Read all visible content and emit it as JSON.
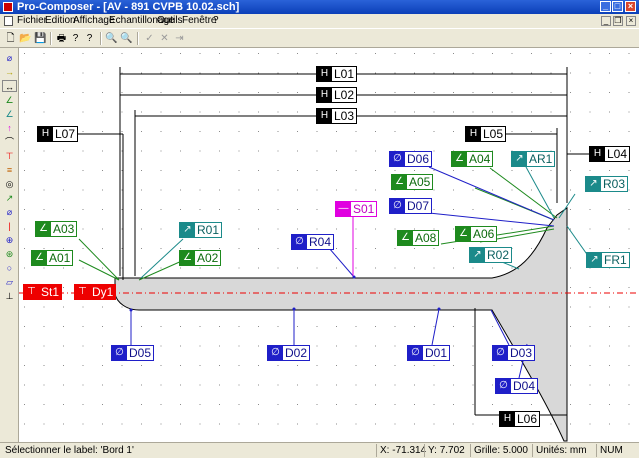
{
  "window": {
    "title": "Pro-Composer - [AV - 891 CVPB 10.02.sch]",
    "minimize": "_",
    "maximize": "□",
    "close": "×"
  },
  "menu": {
    "items": [
      "Fichier",
      "Edition",
      "Affichage",
      "Echantillonage",
      "Outils",
      "Fenêtre",
      "?"
    ]
  },
  "mdi": {
    "minimize": "_",
    "restore": "❐",
    "close": "×"
  },
  "toolbar": {
    "new": "🗋",
    "open": "📂",
    "save": "💾",
    "print": "🖶",
    "help": "?",
    "context_help": "?",
    "zoom_in": "🔍",
    "zoom_out": "🔍",
    "check": "✓",
    "cancel": "✕",
    "next": "⇥"
  },
  "left_tools": {
    "t1": "⌀",
    "t2": "→",
    "t3": "↔",
    "t4": "∠",
    "t5": "∠",
    "t6": "↑",
    "t7": "⌒",
    "t8": "⊤",
    "t9": "≡",
    "t10": "◎",
    "t11": "↗",
    "t12": "⌀",
    "t13": "|",
    "t14": "⊕",
    "t15": "⊛",
    "t16": "○",
    "t17": "▱",
    "t18": "⊥"
  },
  "labels": {
    "L01": "L01",
    "L02": "L02",
    "L03": "L03",
    "L04": "L04",
    "L05": "L05",
    "L06": "L06",
    "L07": "L07",
    "D01": "D01",
    "D02": "D02",
    "D03": "D03",
    "D04": "D04",
    "D05": "D05",
    "D06": "D06",
    "D07": "D07",
    "A01": "A01",
    "A02": "A02",
    "A03": "A03",
    "A04": "A04",
    "A05": "A05",
    "A06": "A06",
    "A08": "A08",
    "R01": "R01",
    "R02": "R02",
    "R03": "R03",
    "R04": "R04",
    "AR1": "AR1",
    "FR1": "FR1",
    "S01": "S01",
    "St1": "St1",
    "Dy1": "Dy1"
  },
  "icons": {
    "length": "H",
    "diameter": "∅",
    "angle": "∠",
    "radius": "↗",
    "shift": "—",
    "datum": "⊤"
  },
  "status": {
    "message": "Sélectionner le label: 'Bord 1'",
    "x_label": "X:",
    "x_value": "-71.314",
    "y_label": "Y:",
    "y_value": "7.702",
    "grid_label": "Grille:",
    "grid_value": "5.000",
    "units_label": "Unités:",
    "units_value": "mm",
    "num": "NUM"
  },
  "colors": {
    "green": "#1e8a1e",
    "teal": "#1b8a8a",
    "blue": "#1f1fc8",
    "magenta": "#e000e0",
    "red": "#e00000",
    "part_fill": "#d8d8d8"
  }
}
